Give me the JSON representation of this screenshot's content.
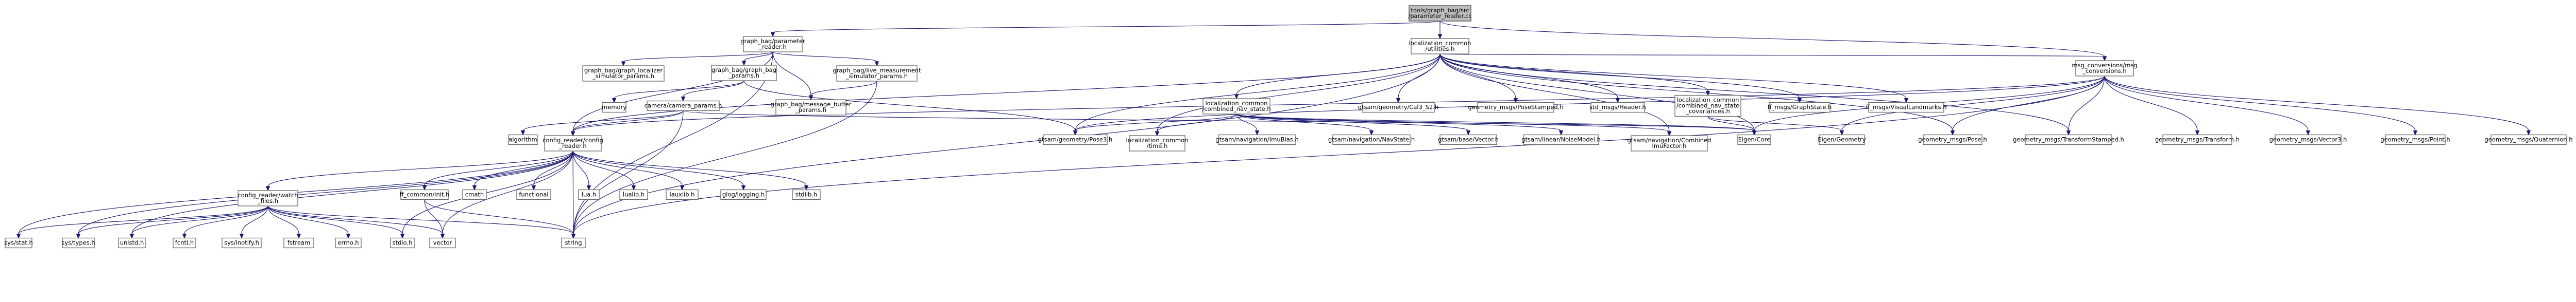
{
  "nodes": [
    {
      "id": "root",
      "lines": [
        "tools/graph_bag/src",
        "/parameter_reader.cc"
      ],
      "root": true
    },
    {
      "id": "pr",
      "lines": [
        "graph_bag/parameter",
        "_reader.h"
      ]
    },
    {
      "id": "lu",
      "lines": [
        "localization_common",
        "/utilities.h"
      ]
    },
    {
      "id": "mc",
      "lines": [
        "msg_conversions/msg",
        "_conversions.h"
      ]
    },
    {
      "id": "gbl",
      "lines": [
        "graph_bag/graph_localizer",
        "_simulator_params.h"
      ]
    },
    {
      "id": "gbp",
      "lines": [
        "graph_bag/graph_bag",
        "_params.h"
      ]
    },
    {
      "id": "lms",
      "lines": [
        "graph_bag/live_measurement",
        "_simulator_params.h"
      ]
    },
    {
      "id": "mem",
      "lines": [
        "memory"
      ]
    },
    {
      "id": "mbp",
      "lines": [
        "graph_bag/message_buffer",
        "_params.h"
      ]
    },
    {
      "id": "ccp",
      "lines": [
        "camera/camera_params.h"
      ]
    },
    {
      "id": "cns",
      "lines": [
        "localization_common",
        "/combined_nav_state.h"
      ]
    },
    {
      "id": "c32",
      "lines": [
        "gtsam/geometry/Cal3_S2.h"
      ]
    },
    {
      "id": "gps",
      "lines": [
        "geometry_msgs/PoseStamped.h"
      ]
    },
    {
      "id": "hdr",
      "lines": [
        "std_msgs/Header.h"
      ]
    },
    {
      "id": "cnsc",
      "lines": [
        "localization_common",
        "/combined_nav_state",
        "_covariances.h"
      ]
    },
    {
      "id": "gs",
      "lines": [
        "ff_msgs/GraphState.h"
      ]
    },
    {
      "id": "vl",
      "lines": [
        "ff_msgs/VisualLandmarks.h"
      ]
    },
    {
      "id": "alg",
      "lines": [
        "algorithm"
      ]
    },
    {
      "id": "cr",
      "lines": [
        "config_reader/config",
        "_reader.h"
      ]
    },
    {
      "id": "gpose",
      "lines": [
        "gtsam/geometry/Pose3.h"
      ]
    },
    {
      "id": "lt",
      "lines": [
        "localization_common",
        "/time.h"
      ]
    },
    {
      "id": "imb",
      "lines": [
        "gtsam/navigation/ImuBias.h"
      ]
    },
    {
      "id": "nav",
      "lines": [
        "gtsam/navigation/NavState.h"
      ]
    },
    {
      "id": "vec",
      "lines": [
        "gtsam/base/Vector.h"
      ]
    },
    {
      "id": "lin",
      "lines": [
        "gtsam/linear/NoiseModel.h"
      ]
    },
    {
      "id": "cif",
      "lines": [
        "gtsam/navigation/Combined",
        "ImuFactor.h"
      ]
    },
    {
      "id": "eig",
      "lines": [
        "Eigen/Core"
      ]
    },
    {
      "id": "egeo",
      "lines": [
        "Eigen/Geometry"
      ]
    },
    {
      "id": "gmp",
      "lines": [
        "geometry_msgs/Pose.h"
      ]
    },
    {
      "id": "gmts",
      "lines": [
        "geometry_msgs/TransformStamped.h"
      ]
    },
    {
      "id": "gmt",
      "lines": [
        "geometry_msgs/Transform.h"
      ]
    },
    {
      "id": "gmv3",
      "lines": [
        "geometry_msgs/Vector3.h"
      ]
    },
    {
      "id": "gmpt",
      "lines": [
        "geometry_msgs/Point.h"
      ]
    },
    {
      "id": "gmq",
      "lines": [
        "geometry_msgs/Quaternion.h"
      ]
    },
    {
      "id": "cwf",
      "lines": [
        "config_reader/watch",
        "_files.h"
      ]
    },
    {
      "id": "ffc",
      "lines": [
        "ff_common/init.h"
      ]
    },
    {
      "id": "cmath",
      "lines": [
        "cmath"
      ]
    },
    {
      "id": "func",
      "lines": [
        "functional"
      ]
    },
    {
      "id": "lua",
      "lines": [
        "lua.h"
      ]
    },
    {
      "id": "lualib",
      "lines": [
        "lualib.h"
      ]
    },
    {
      "id": "lauxlib",
      "lines": [
        "lauxlib.h"
      ]
    },
    {
      "id": "glog",
      "lines": [
        "glog/logging.h"
      ]
    },
    {
      "id": "stdlib",
      "lines": [
        "stdlib.h"
      ]
    },
    {
      "id": "sysstat",
      "lines": [
        "sys/stat.h"
      ]
    },
    {
      "id": "systypes",
      "lines": [
        "sys/types.h"
      ]
    },
    {
      "id": "unistd",
      "lines": [
        "unistd.h"
      ]
    },
    {
      "id": "fcntl",
      "lines": [
        "fcntl.h"
      ]
    },
    {
      "id": "inotify",
      "lines": [
        "sys/inotify.h"
      ]
    },
    {
      "id": "fstream",
      "lines": [
        "fstream"
      ]
    },
    {
      "id": "errno",
      "lines": [
        "errno.h"
      ]
    },
    {
      "id": "stdio",
      "lines": [
        "stdio.h"
      ]
    },
    {
      "id": "vector",
      "lines": [
        "vector"
      ]
    },
    {
      "id": "string",
      "lines": [
        "string"
      ]
    }
  ],
  "edges": [
    [
      "root",
      "pr"
    ],
    [
      "root",
      "lu"
    ],
    [
      "root",
      "mc"
    ],
    [
      "pr",
      "gbl"
    ],
    [
      "pr",
      "gbp"
    ],
    [
      "pr",
      "lms"
    ],
    [
      "pr",
      "mbp"
    ],
    [
      "pr",
      "cr"
    ],
    [
      "pr",
      "string"
    ],
    [
      "gbp",
      "mem"
    ],
    [
      "gbp",
      "ccp"
    ],
    [
      "gbp",
      "gpose"
    ],
    [
      "lms",
      "mbp"
    ],
    [
      "lms",
      "string"
    ],
    [
      "ccp",
      "alg"
    ],
    [
      "ccp",
      "cr"
    ],
    [
      "ccp",
      "eig"
    ],
    [
      "ccp",
      "string"
    ],
    [
      "lu",
      "cns"
    ],
    [
      "lu",
      "c32"
    ],
    [
      "lu",
      "gps"
    ],
    [
      "lu",
      "hdr"
    ],
    [
      "lu",
      "cnsc"
    ],
    [
      "lu",
      "gs"
    ],
    [
      "lu",
      "vl"
    ],
    [
      "lu",
      "mc"
    ],
    [
      "lu",
      "cr"
    ],
    [
      "lu",
      "gpose"
    ],
    [
      "lu",
      "lt"
    ],
    [
      "lu",
      "cif"
    ],
    [
      "lu",
      "eig"
    ],
    [
      "lu",
      "gmp"
    ],
    [
      "lu",
      "gmts"
    ],
    [
      "lu",
      "string"
    ],
    [
      "cns",
      "gpose"
    ],
    [
      "cns",
      "lt"
    ],
    [
      "cns",
      "imb"
    ],
    [
      "cns",
      "nav"
    ],
    [
      "cns",
      "vec"
    ],
    [
      "cns",
      "lin"
    ],
    [
      "cns",
      "cif"
    ],
    [
      "cns",
      "eig"
    ],
    [
      "cnsc",
      "eig"
    ],
    [
      "cnsc",
      "egeo"
    ],
    [
      "mc",
      "cr"
    ],
    [
      "mc",
      "gpose"
    ],
    [
      "mc",
      "eig"
    ],
    [
      "mc",
      "egeo"
    ],
    [
      "mc",
      "gmp"
    ],
    [
      "mc",
      "gmts"
    ],
    [
      "mc",
      "gmt"
    ],
    [
      "mc",
      "gmv3"
    ],
    [
      "mc",
      "gmpt"
    ],
    [
      "mc",
      "gmq"
    ],
    [
      "mc",
      "string"
    ],
    [
      "cr",
      "cwf"
    ],
    [
      "cr",
      "ffc"
    ],
    [
      "cr",
      "cmath"
    ],
    [
      "cr",
      "func"
    ],
    [
      "cr",
      "lua"
    ],
    [
      "cr",
      "lualib"
    ],
    [
      "cr",
      "lauxlib"
    ],
    [
      "cr",
      "glog"
    ],
    [
      "cr",
      "stdlib"
    ],
    [
      "cr",
      "sysstat"
    ],
    [
      "cr",
      "systypes"
    ],
    [
      "cr",
      "unistd"
    ],
    [
      "cr",
      "stdio"
    ],
    [
      "cr",
      "vector"
    ],
    [
      "cr",
      "string"
    ],
    [
      "cwf",
      "sysstat"
    ],
    [
      "cwf",
      "systypes"
    ],
    [
      "cwf",
      "unistd"
    ],
    [
      "cwf",
      "fcntl"
    ],
    [
      "cwf",
      "inotify"
    ],
    [
      "cwf",
      "fstream"
    ],
    [
      "cwf",
      "errno"
    ],
    [
      "cwf",
      "stdio"
    ],
    [
      "cwf",
      "vector"
    ],
    [
      "cwf",
      "string"
    ],
    [
      "ffc",
      "vector"
    ],
    [
      "ffc",
      "string"
    ]
  ]
}
